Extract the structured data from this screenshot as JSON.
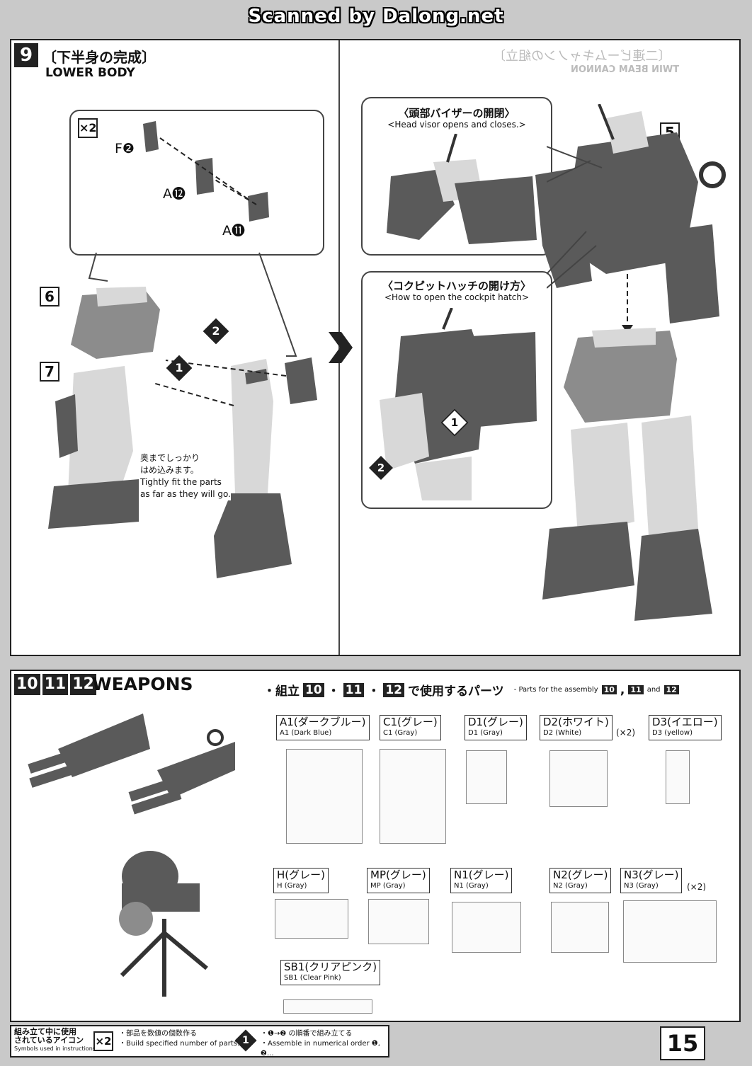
{
  "watermark": "Scanned by Dalong.net",
  "step9": {
    "number": "9",
    "title_jp": "〔下半身の完成〕",
    "title_en": "LOWER BODY",
    "multiplier": "×2",
    "parts": {
      "f": "F❷",
      "a12": "A⓬",
      "a11": "A⓫"
    },
    "refs": {
      "r6": "6",
      "r7": "7",
      "r5": "5"
    },
    "arrows": {
      "a1": "1",
      "a2": "2"
    },
    "note_jp_1": "奥までしっかり",
    "note_jp_2": "はめ込みます。",
    "note_en_1": "Tightly fit the parts",
    "note_en_2": "as far as they will go.",
    "visor_jp": "〈頭部バイザーの開閉〉",
    "visor_en": "<Head visor opens and closes.>",
    "hatch_jp": "〈コクピットハッチの開け方〉",
    "hatch_en": "<How to open the cockpit hatch>",
    "hatch_steps": {
      "h1": "1",
      "h2": "2"
    },
    "ghost_top": "〔二連ビームキャノンの組立〕",
    "ghost_top_en": "TWIN BEAM CANNON"
  },
  "weapons": {
    "nums": [
      "10",
      "11",
      "12"
    ],
    "title": "WEAPONS",
    "parts_jp_prefix": "・組立",
    "parts_jp_mid": "で使用するパーツ",
    "parts_en": "- Parts for the assembly",
    "parts_en_and": "and",
    "runners": [
      {
        "jp": "A1(ダークブルー)",
        "en": "A1 (Dark Blue)",
        "mult": ""
      },
      {
        "jp": "C1(グレー)",
        "en": "C1 (Gray)",
        "mult": ""
      },
      {
        "jp": "D1(グレー)",
        "en": "D1 (Gray)",
        "mult": ""
      },
      {
        "jp": "D2(ホワイト)",
        "en": "D2 (White)",
        "mult": "(×2)"
      },
      {
        "jp": "D3(イエロー)",
        "en": "D3 (yellow)",
        "mult": ""
      },
      {
        "jp": "H(グレー)",
        "en": "H (Gray)",
        "mult": ""
      },
      {
        "jp": "MP(グレー)",
        "en": "MP (Gray)",
        "mult": ""
      },
      {
        "jp": "N1(グレー)",
        "en": "N1 (Gray)",
        "mult": ""
      },
      {
        "jp": "N2(グレー)",
        "en": "N2 (Gray)",
        "mult": ""
      },
      {
        "jp": "N3(グレー)",
        "en": "N3 (Gray)",
        "mult": "(×2)"
      },
      {
        "jp": "SB1(クリアピンク)",
        "en": "SB1 (Clear Pink)",
        "mult": ""
      }
    ]
  },
  "legend": {
    "title_jp_1": "組み立て中に使用",
    "title_jp_2": "されているアイコン",
    "title_en": "Symbols used in instructions",
    "icon1": "×2",
    "icon1_jp": "・部品を数値の個数作る",
    "icon1_en": "・Build specified number of parts.",
    "icon2": "1",
    "icon2_jp": "・❶→❷ の順番で組み立てる",
    "icon2_en": "・Assemble in numerical order ❶, ❷..."
  },
  "page_number": "15"
}
